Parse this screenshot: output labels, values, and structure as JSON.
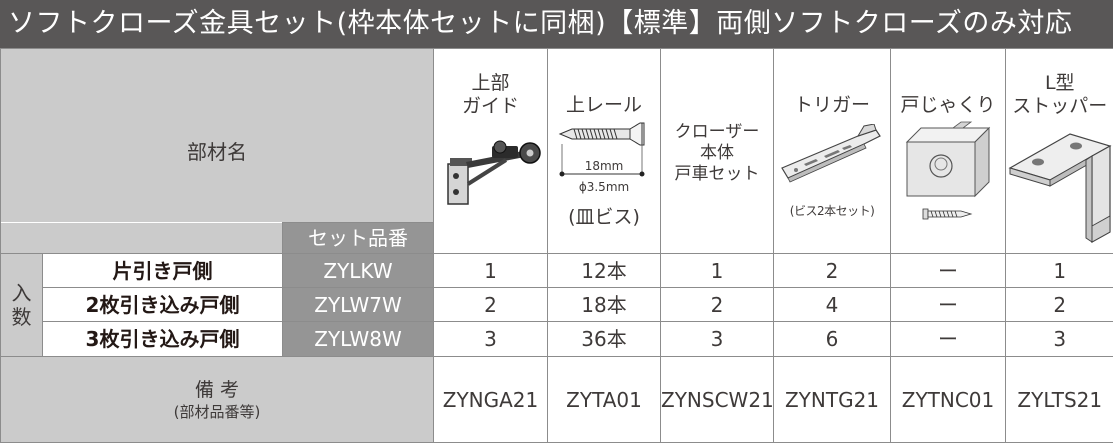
{
  "title": "ソフトクローズ金具セット(枠本体セットに同梱)【標準】両側ソフトクローズのみ対応",
  "header": {
    "part_name_label": "部材名",
    "set_code_label": "セット品番",
    "columns": [
      {
        "label_lines": [
          "上部",
          "ガイド"
        ],
        "icon": "upper-guide-icon"
      },
      {
        "label": "上レール",
        "icon": "flat-head-screw-icon",
        "dim_length": "18mm",
        "dim_diameter": "ϕ3.5mm",
        "note": "(皿ビス)"
      },
      {
        "label_lines": [
          "クローザー",
          "本体",
          "戸車セット"
        ]
      },
      {
        "label": "トリガー",
        "icon": "trigger-plate-icon",
        "note": "(ビス2本セット)"
      },
      {
        "label": "戸じゃくり",
        "icon": "door-recess-block-icon",
        "accessory_icon": "screw-icon"
      },
      {
        "label_lines": [
          "L型",
          "ストッパー"
        ],
        "icon": "l-stopper-icon"
      }
    ]
  },
  "quantity_label": {
    "line1": "入",
    "line2": "数"
  },
  "rows": [
    {
      "name": "片引き戸側",
      "set_code": "ZYLKW",
      "values": [
        "1",
        "12本",
        "1",
        "2",
        "ー",
        "1"
      ]
    },
    {
      "name": "2枚引き込み戸側",
      "set_code": "ZYLW7W",
      "values": [
        "2",
        "18本",
        "2",
        "4",
        "ー",
        "2"
      ]
    },
    {
      "name": "3枚引き込み戸側",
      "set_code": "ZYLW8W",
      "values": [
        "3",
        "36本",
        "3",
        "6",
        "ー",
        "3"
      ]
    }
  ],
  "remarks": {
    "label": "備 考",
    "sublabel": "(部材品番等)",
    "codes": [
      "ZYNGA21",
      "ZYTA01",
      "ZYNSCW21",
      "ZYNTG21",
      "ZYTNC01",
      "ZYLTS21"
    ]
  },
  "colors": {
    "title_bar": "#595757",
    "label_gray": "#cbcbcb",
    "code_gray": "#959595",
    "border": "#8c8c8c"
  }
}
